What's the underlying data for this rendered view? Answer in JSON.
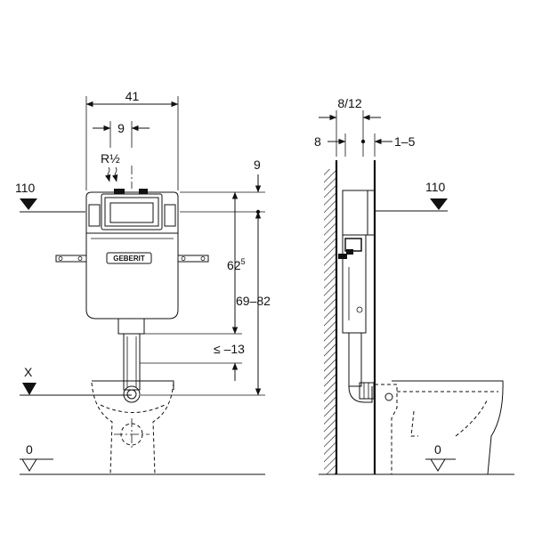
{
  "front_view": {
    "dim_width_top": "41",
    "dim_pipe_offset": "9",
    "pipe_thread": "R½",
    "level_top": "110",
    "dim_top_gap": "9",
    "dim_height_main": "62",
    "dim_height_main_sup": "5",
    "dim_height_range": "69–82",
    "dim_bend": "≤ –13",
    "level_x": "X",
    "level_floor": "0",
    "brand_label": "GEBERIT"
  },
  "side_view": {
    "dim_depth": "8/12",
    "dim_wall": "8",
    "dim_gap": "1–5",
    "level_top": "110",
    "level_floor": "0"
  },
  "colors": {
    "line": "#111111",
    "background": "#ffffff"
  }
}
